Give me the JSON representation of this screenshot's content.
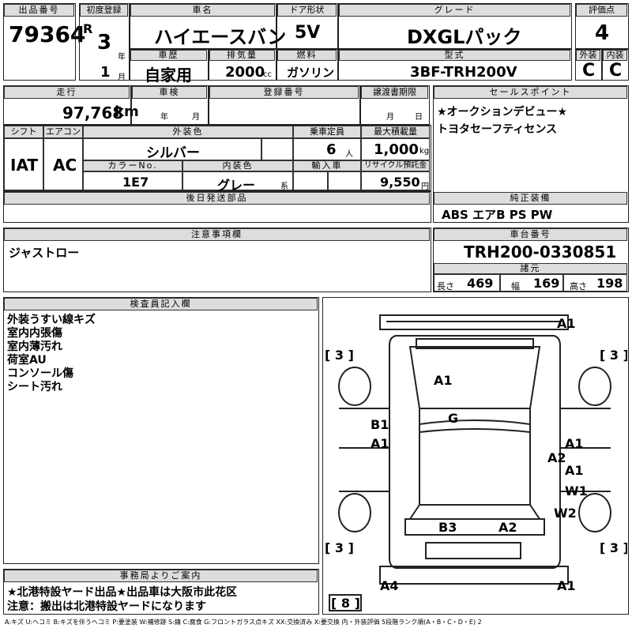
{
  "labels": {
    "lot_no": "出品番号",
    "first_reg": "初度登録",
    "car_name": "車名",
    "door": "ドア形状",
    "grade": "グレード",
    "score": "評価点",
    "history": "車歴",
    "displacement": "排気量",
    "fuel": "燃料",
    "model": "型式",
    "exterior": "外装",
    "interior": "内装",
    "mileage": "走行",
    "inspection": "車検",
    "reg_no": "登録番号",
    "transfer": "譲渡書期限",
    "selling": "セールスポイント",
    "shift": "シフト",
    "aircon": "エアコン",
    "ext_color": "外装色",
    "capacity": "乗車定員",
    "max_load": "最大積載量",
    "color_no": "カラーNo.",
    "int_color": "内装色",
    "import": "輸入車",
    "recycle": "リサイクル預託金",
    "later_parts": "後日発送部品",
    "genuine": "純正装備",
    "notes": "注意事項欄",
    "chassis": "車台番号",
    "specs": "諸元",
    "inspector": "検査員記入欄",
    "office": "事務局よりご案内"
  },
  "units": {
    "year": "年",
    "month": "月",
    "cc": "cc",
    "km": "km",
    "people": "人",
    "kg": "kg",
    "yen": "円",
    "kei": "系",
    "length": "長さ",
    "width": "幅",
    "height": "高さ"
  },
  "vehicle": {
    "lot_no": "79364",
    "era": "R",
    "year": "3",
    "month": "1",
    "name": "ハイエースバン",
    "door": "5V",
    "grade": "DXGLパック",
    "score": "4",
    "history": "自家用",
    "displacement": "2000",
    "fuel": "ガソリン",
    "model": "3BF-TRH200V",
    "ext_grade": "C",
    "int_grade": "C",
    "mileage": "97,768",
    "shift": "IAT",
    "aircon": "AC",
    "color": "シルバー",
    "capacity": "6",
    "max_load": "1,000",
    "color_no": "1E7",
    "int_color": "グレー",
    "recycle": "9,550",
    "chassis": "TRH200-0330851",
    "length": "469",
    "width": "169",
    "height": "198",
    "insp_year_unit": "年",
    "insp_month_unit": "月",
    "transfer_month": "月",
    "transfer_day": "日"
  },
  "selling_points": [
    "★オークションデビュー★",
    "トヨタセーフティセンス"
  ],
  "equipment": "ABS エアB PS PW",
  "notes": "ジャストロー",
  "inspector_notes": [
    "外装うすい線キズ",
    "室内内張傷",
    "室内薄汚れ",
    "荷室AU",
    "コンソール傷",
    "シート汚れ"
  ],
  "office_notes": [
    "★北港特設ヤード出品★出品車は大阪市此花区",
    "注意：搬出は北港特設ヤードになります"
  ],
  "diagram_marks": {
    "top_right": "A1",
    "windshield": "A1",
    "roof": "G",
    "left_upper_1": "B1",
    "left_upper_2": "A1",
    "right_1": "A1",
    "right_2": "A2",
    "right_3": "A1",
    "right_4": "W1",
    "right_5": "W2",
    "rear_left": "B3",
    "rear_right": "A2",
    "bottom_left": "A4",
    "bottom_right": "A1",
    "tire_fl": "[ 3 ]",
    "tire_fr": "[ 3 ]",
    "tire_rl": "[ 3 ]",
    "tire_rr": "[ 3 ]",
    "spare": "[ 8 ]"
  },
  "legend": "A:キズ U:ヘコミ B:キズを伴うヘコミ P:要塗装 W:補修跡 S:錆 C:腐食 G:フロントガラス点キズ XX:交換済み X:要交換 内・外装評価 5段階ランク順(A・B・C・D・E) 2"
}
